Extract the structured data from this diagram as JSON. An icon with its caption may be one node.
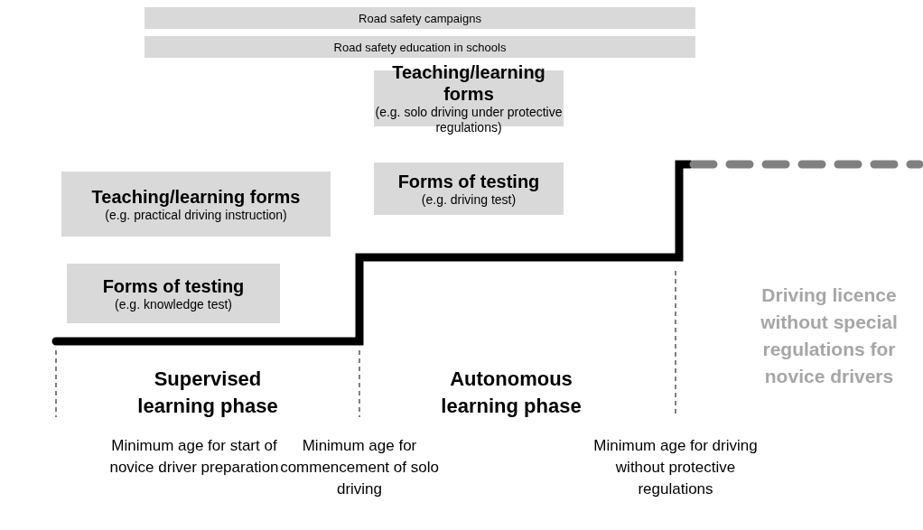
{
  "diagram": {
    "nodes": [
      {
        "text": [
          "Road safety campaigns"
        ]
      },
      {
        "text": [
          "Road safety education in schools"
        ]
      },
      {
        "text": [
          "Teaching/learning forms",
          "(e.g. solo driving under protective regulations)"
        ]
      },
      {
        "text": [
          "Teaching/learning forms",
          "(e.g. practical driving instruction)"
        ]
      },
      {
        "text": [
          "Forms of testing",
          "(e.g. driving test)"
        ]
      },
      {
        "text": [
          "Forms of testing",
          "(e.g. knowledge test)"
        ]
      }
    ],
    "edges": [],
    "labels": [
      "Supervised learning phase",
      "Autonomous learning phase",
      "Driving licence without special regulations for novice drivers",
      "Minimum age for start of novice driver preparation",
      "Minimum age for commencement of solo driving",
      "Minimum age for driving without protective regulations"
    ]
  }
}
